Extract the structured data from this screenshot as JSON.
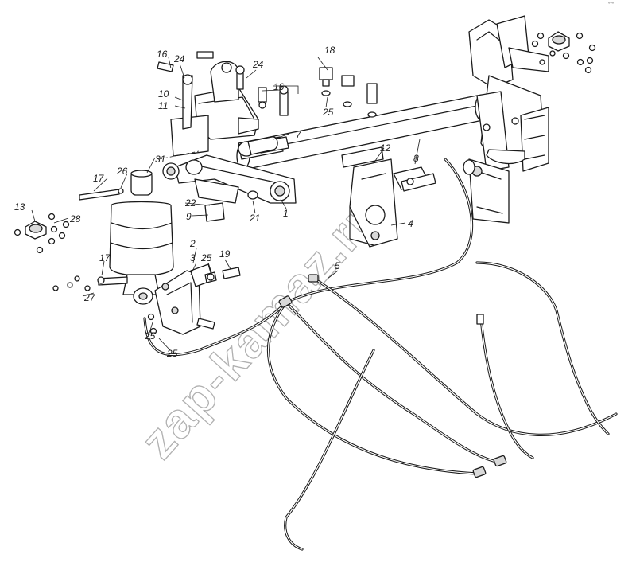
{
  "corner_mark": "°°°",
  "watermark": "zap-kamaz.ru",
  "callouts": {
    "c1": "1",
    "c2": "2",
    "c3": "3",
    "c4": "4",
    "c5": "5",
    "c7": "7",
    "c8": "8",
    "c9": "9",
    "c10": "10",
    "c11": "11",
    "c12": "12",
    "c13": "13",
    "c16a": "16",
    "c16b": "16",
    "c17a": "17",
    "c17b": "17",
    "c18": "18",
    "c19": "19",
    "c21": "21",
    "c22": "22",
    "c24a": "24",
    "c24b": "24",
    "c25a": "25",
    "c25b": "25",
    "c25c": "25",
    "c25d": "25",
    "c26": "26",
    "c27": "27",
    "c28": "28",
    "c31": "31"
  },
  "icons": {
    "air-spring": "bellows-cylinder",
    "cross-beam": "tube",
    "bracket": "plate",
    "hose": "line"
  }
}
